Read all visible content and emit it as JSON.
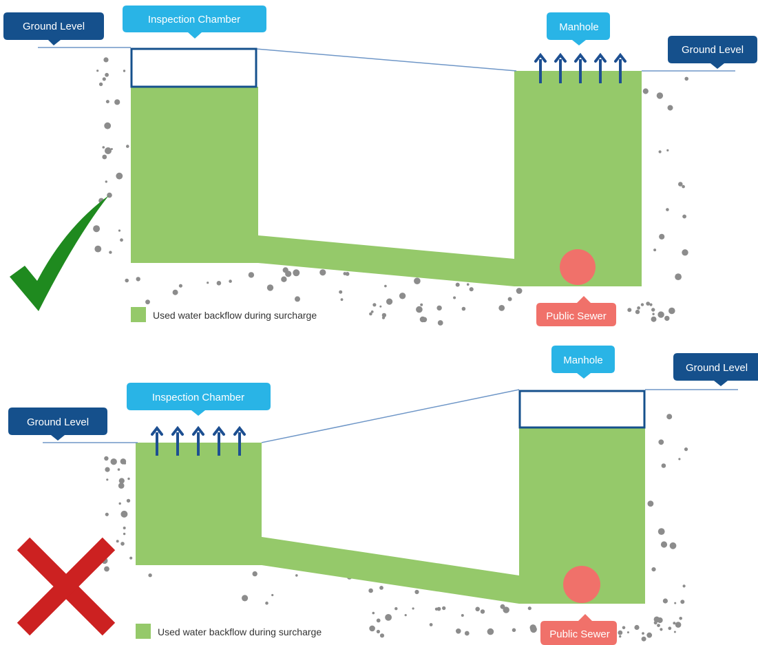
{
  "colors": {
    "water": "#95c96a",
    "ground_line": "#6e96c7",
    "dark_label": "#15508c",
    "light_label": "#29b4e6",
    "sewer": "#f0716a",
    "arrow": "#1d4f91",
    "check": "#1f8a1f",
    "cross": "#cc2121",
    "gravel": "#8c8c8c"
  },
  "icons": {
    "correct": "check-mark-icon",
    "incorrect": "cross-mark-icon",
    "overflow": "up-arrow-icon"
  },
  "top_panel": {
    "verdict": "correct",
    "ground_level_left": "Ground Level",
    "ground_level_right": "Ground Level",
    "inspection_chamber": "Inspection Chamber",
    "manhole": "Manhole",
    "public_sewer": "Public Sewer",
    "legend": "Used water backflow during surcharge",
    "overflow_at": "Manhole"
  },
  "bottom_panel": {
    "verdict": "incorrect",
    "ground_level_left": "Ground Level",
    "ground_level_right": "Ground Level",
    "inspection_chamber": "Inspection Chamber",
    "manhole": "Manhole",
    "public_sewer": "Public Sewer",
    "legend": "Used water backflow during surcharge",
    "overflow_at": "Inspection Chamber"
  }
}
